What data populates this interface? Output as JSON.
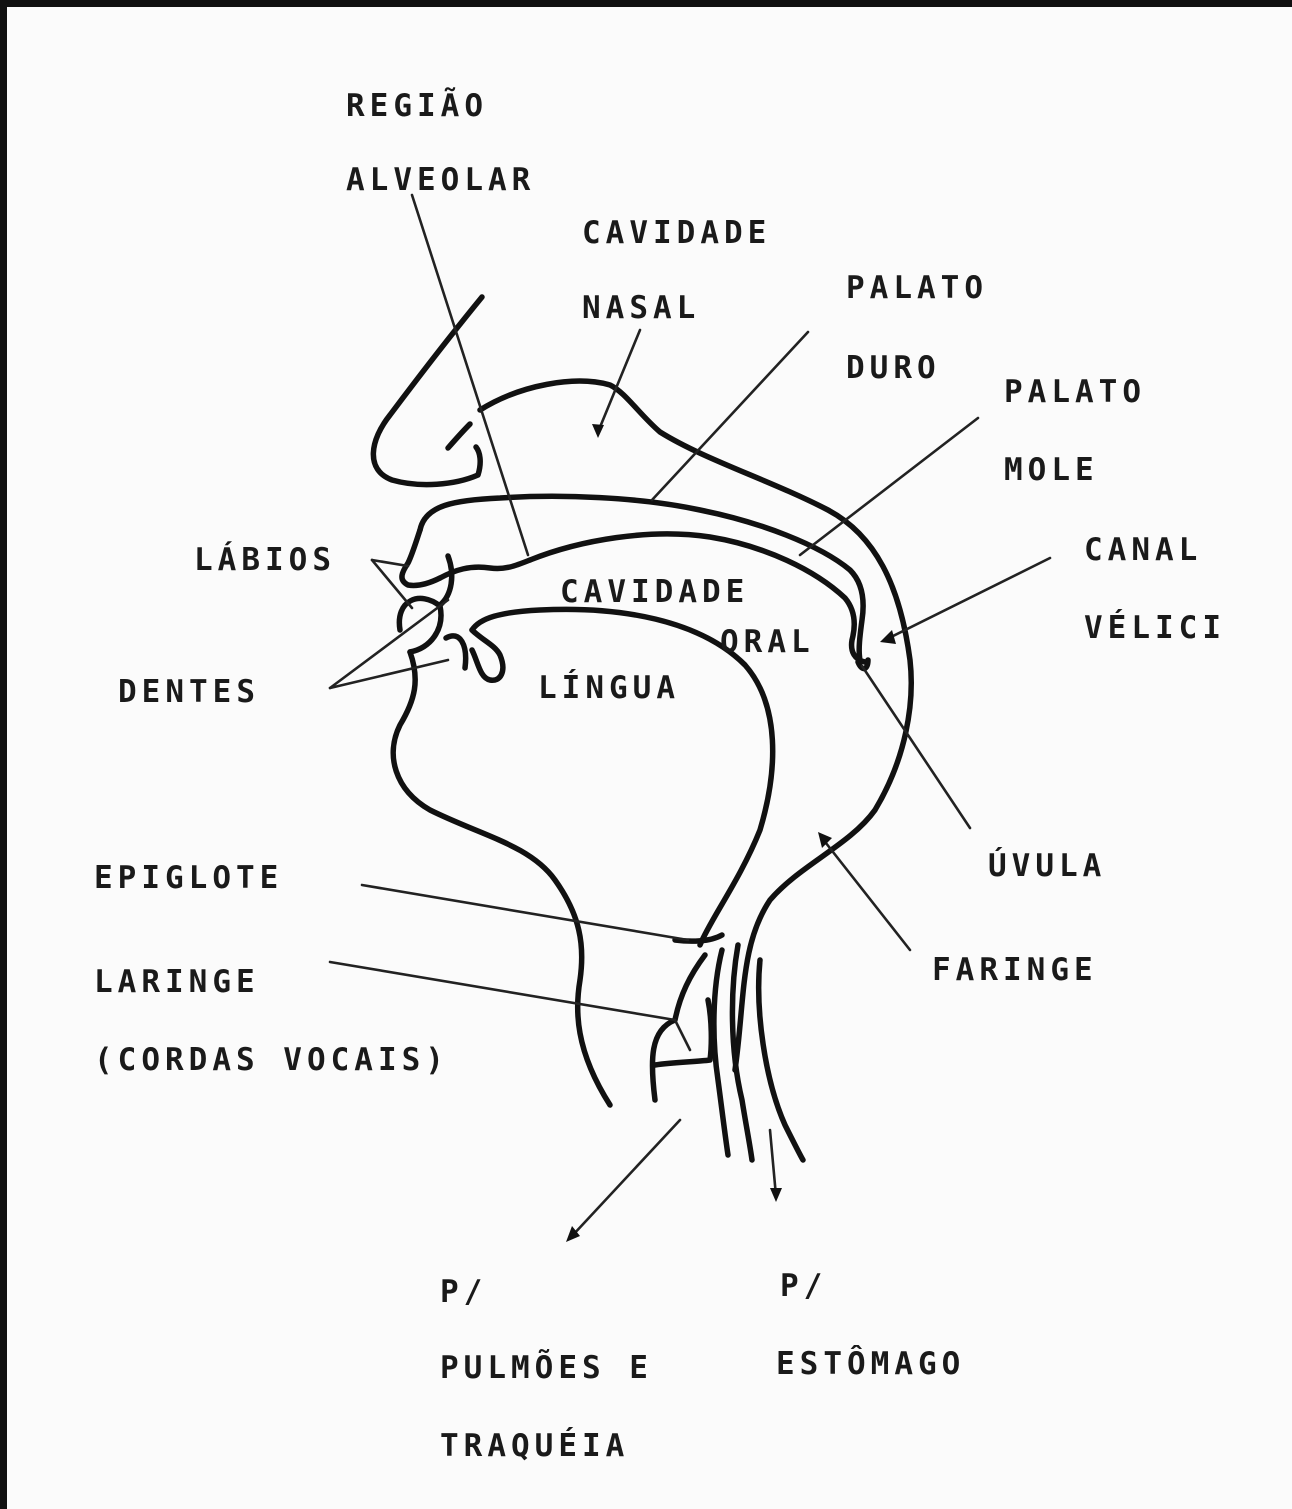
{
  "labels": {
    "regiao": "REGIÃO",
    "alveolar": "ALVEOLAR",
    "cavidade_nasal_1": "CAVIDADE",
    "cavidade_nasal_2": "NASAL",
    "palato_duro_1": "PALATO",
    "palato_duro_2": "DURO",
    "palato_mole_1": "PALATO",
    "palato_mole_2": "MOLE",
    "canal_1": "CANAL",
    "canal_2": "VÉLICI",
    "labios": "LÁBIOS",
    "cavidade_oral_1": "CAVIDADE",
    "cavidade_oral_2": "ORAL",
    "dentes": "DENTES",
    "lingua": "LÍNGUA",
    "epiglote": "EPIGLOTE",
    "uvula": "ÚVULA",
    "laringe_1": "LARINGE",
    "laringe_2": "(CORDAS VOCAIS)",
    "faringe": "FARINGE",
    "pulmoes_1": "P/",
    "pulmoes_2": "PULMÕES E",
    "pulmoes_3": "TRAQUÉIA",
    "estomago_1": "P/",
    "estomago_2": "ESTÔMAGO"
  }
}
